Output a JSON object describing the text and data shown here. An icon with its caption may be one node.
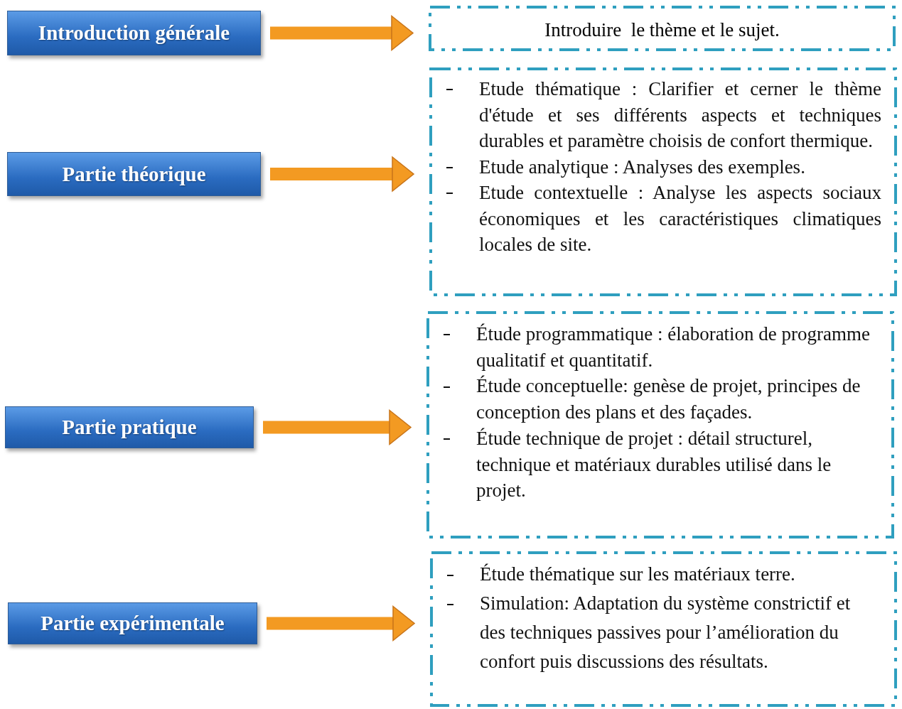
{
  "diagram": {
    "nodes": [
      {
        "text": [
          "Introduction générale"
        ]
      },
      {
        "text": [
          "Partie théorique"
        ]
      },
      {
        "text": [
          "Partie pratique"
        ]
      },
      {
        "text": [
          "Partie expérimentale"
        ]
      },
      {
        "text": [
          "Introduire  le thème et le sujet."
        ]
      },
      {
        "text": [
          "Etude thématique : Clarifier et cerner le thème d'étude et ses différents aspects et techniques durables et paramètre choisis de confort thermique.",
          "Etude analytique : Analyses des exemples.",
          "Etude contextuelle : Analyse les aspects sociaux économiques et les caractéristiques climatiques locales de site."
        ]
      },
      {
        "text": [
          "Étude programmatique : élaboration de programme qualitatif et quantitatif.",
          "Étude conceptuelle: genèse de projet, principes de conception des plans et des façades.",
          "Étude technique de projet : détail structurel, technique et matériaux durables utilisé dans le projet."
        ]
      },
      {
        "text": [
          "Étude thématique sur les matériaux terre.",
          "Simulation: Adaptation du système constrictif et des techniques passives pour l’amélioration du confort puis discussions des résultats."
        ]
      }
    ],
    "edges": [
      {
        "from": 0,
        "to": 4,
        "arrow": "to"
      },
      {
        "from": 1,
        "to": 5,
        "arrow": "to"
      },
      {
        "from": 2,
        "to": 6,
        "arrow": "to"
      },
      {
        "from": 3,
        "to": 7,
        "arrow": "to"
      }
    ]
  }
}
